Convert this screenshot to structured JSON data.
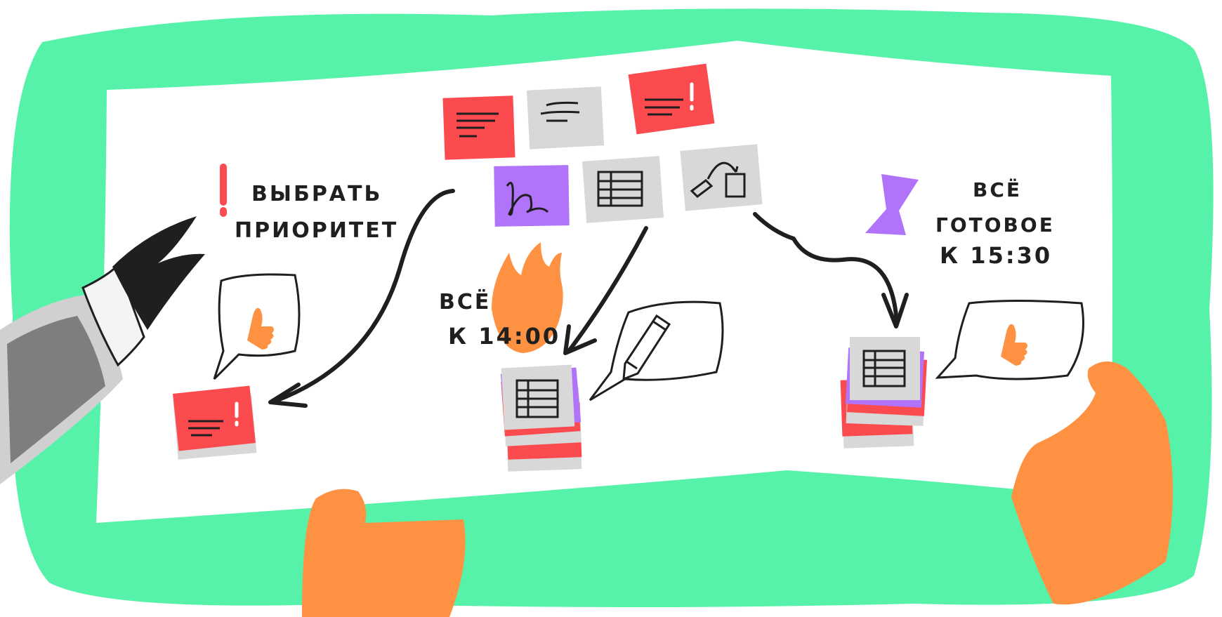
{
  "labels": {
    "priority_line1": "ВЫБРАТЬ",
    "priority_line2": "ПРИОРИТЕТ",
    "deadline_left_line1": "ВСЁ",
    "deadline_left_line2": "К 14:00",
    "deadline_right_line1": "ВСЁ",
    "deadline_right_line2": "ГОТОВОЕ",
    "deadline_right_line3": "К 15:30"
  },
  "colors": {
    "background_frame": "#57f2a9",
    "paper": "#ffffff",
    "red_card": "#fb4b4e",
    "gray_card": "#d8d8d8",
    "purple_card": "#b073fa",
    "orange": "#ff9143",
    "ink": "#1f1f1f"
  },
  "icons": [
    "exclamation-icon",
    "thumbs-up-icon",
    "pencil-icon",
    "table-icon",
    "hourglass-icon",
    "fire-icon",
    "signature-icon",
    "diagram-icon"
  ]
}
